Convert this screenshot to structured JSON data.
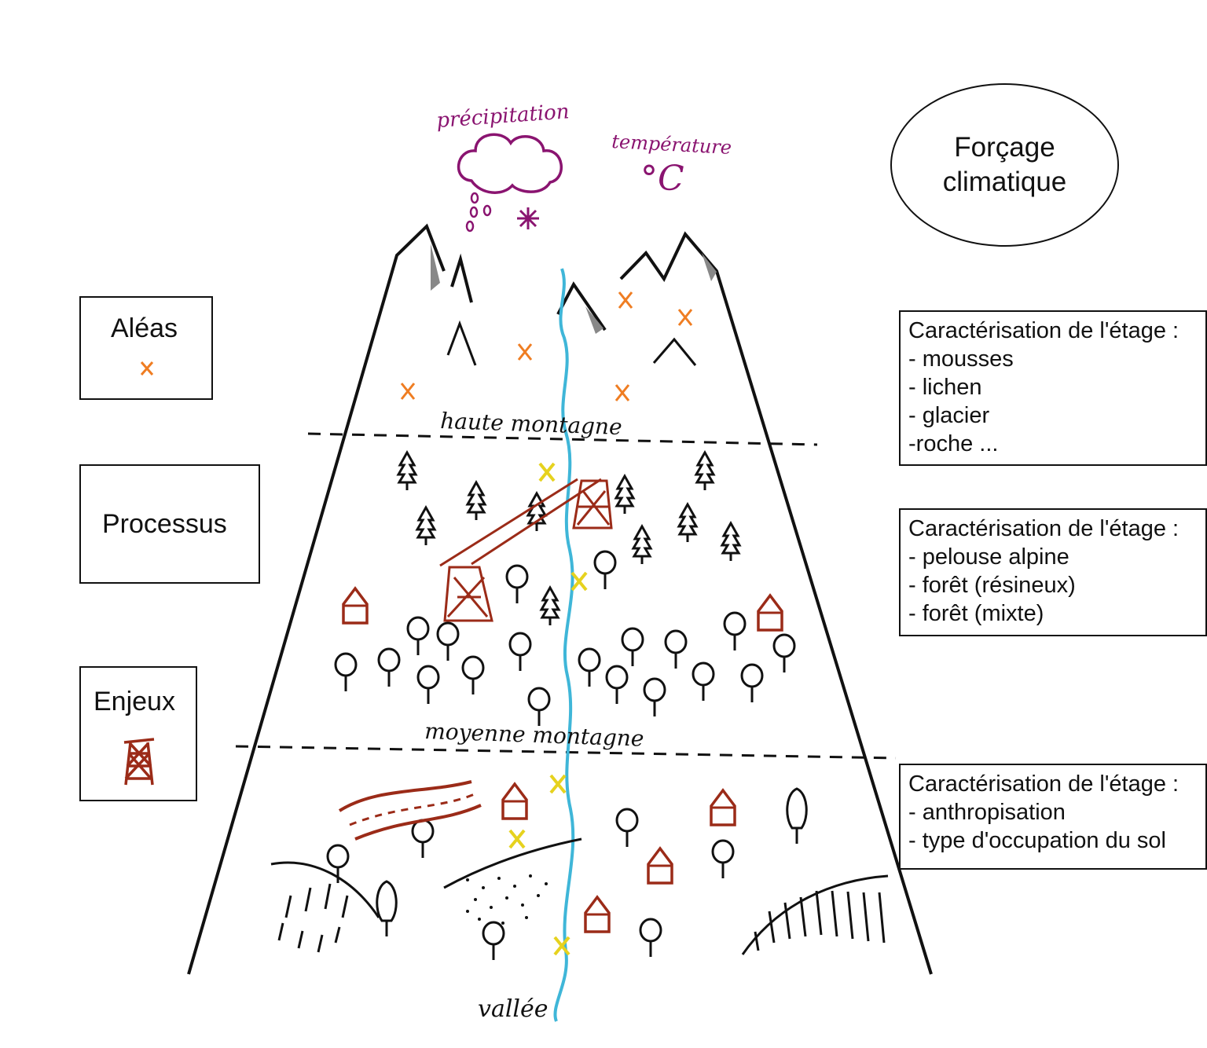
{
  "colors": {
    "ink": "#111111",
    "river": "#3fb6d8",
    "hazard_orange": "#ef7d22",
    "hazard_yellow": "#e6d21e",
    "stakes_red": "#9b2b18",
    "climate_purple": "#8a1470"
  },
  "climate": {
    "title_line1": "Forçage",
    "title_line2": "climatique",
    "precipitation": "précipitation",
    "temperature": "température",
    "temp_unit": "°C"
  },
  "legend": {
    "aleas": "Aléas",
    "aleas_symbol": "x",
    "processus": "Processus",
    "enjeux": "Enjeux",
    "enjeux_icon": "pylon-icon"
  },
  "zones": {
    "haute": "haute montagne",
    "moyenne": "moyenne montagne",
    "vallee": "vallée"
  },
  "etages": [
    {
      "title": "Caractérisation de l'étage :",
      "items": [
        "- mousses",
        "- lichen",
        "- glacier",
        "-roche ..."
      ]
    },
    {
      "title": "Caractérisation de l'étage :",
      "items": [
        "- pelouse alpine",
        "- forêt (résineux)",
        "- forêt (mixte)"
      ]
    },
    {
      "title": "Caractérisation de l'étage :",
      "items": [
        "- anthropisation",
        "- type d'occupation du sol"
      ]
    }
  ]
}
